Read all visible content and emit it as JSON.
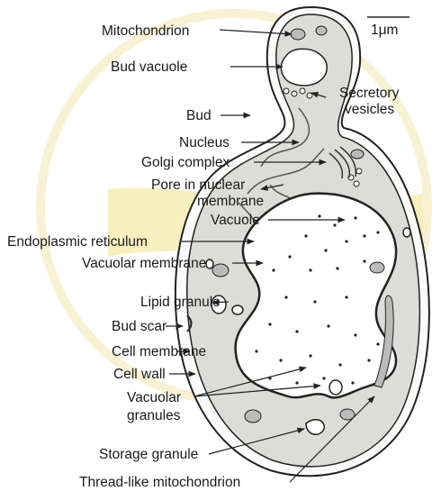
{
  "labels": {
    "mitochondrion": "Mitochondrion",
    "bud_vacuole": "Bud vacuole",
    "secretory": "Secretory",
    "vesicles": "vesicles",
    "bud": "Bud",
    "nucleus": "Nucleus",
    "golgi": "Golgi complex",
    "pore_1": "Pore in nuclear",
    "pore_2": "membrane",
    "vacuole": "Vacuole",
    "er": "Endoplasmic reticulum",
    "vac_membrane": "Vacuolar membrane",
    "lipid": "Lipid granule",
    "bud_scar": "Bud scar",
    "cell_membrane": "Cell membrane",
    "cell_wall": "Cell wall",
    "vac_gran_1": "Vacuolar",
    "vac_gran_2": "granules",
    "storage": "Storage granule",
    "thread": "Thread-like mitochondrion"
  },
  "scale_bar": "1μm",
  "colors": {
    "cytoplasm": "#dcdcd8",
    "watermark": "#f3e18a",
    "outline": "#222222"
  }
}
